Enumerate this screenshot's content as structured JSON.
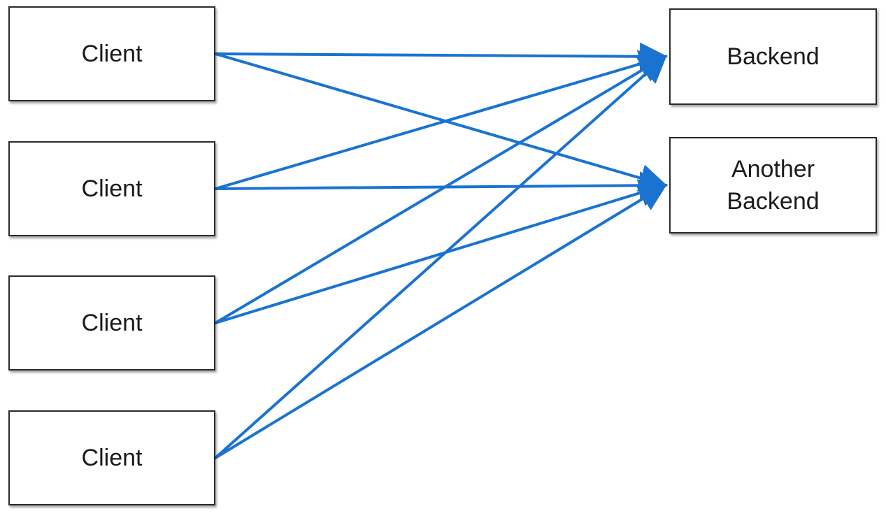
{
  "diagram": {
    "clients": [
      {
        "id": "client-1",
        "label": "Client"
      },
      {
        "id": "client-2",
        "label": "Client"
      },
      {
        "id": "client-3",
        "label": "Client"
      },
      {
        "id": "client-4",
        "label": "Client"
      }
    ],
    "backends": [
      {
        "id": "backend-1",
        "lines": [
          "Backend"
        ]
      },
      {
        "id": "backend-2",
        "lines": [
          "Another",
          "Backend"
        ]
      }
    ],
    "edges": [
      {
        "from": "client-1",
        "to": "backend-1"
      },
      {
        "from": "client-1",
        "to": "backend-2"
      },
      {
        "from": "client-2",
        "to": "backend-1"
      },
      {
        "from": "client-2",
        "to": "backend-2"
      },
      {
        "from": "client-3",
        "to": "backend-1"
      },
      {
        "from": "client-3",
        "to": "backend-2"
      },
      {
        "from": "client-4",
        "to": "backend-1"
      },
      {
        "from": "client-4",
        "to": "backend-2"
      }
    ],
    "colors": {
      "arrow": "#1a73d0",
      "box_border": "#2b2b2b"
    }
  }
}
